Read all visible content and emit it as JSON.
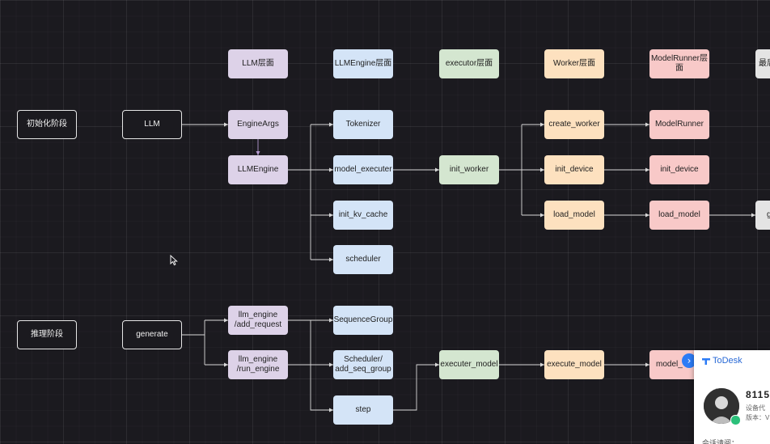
{
  "diagram": {
    "layer_headers": [
      "LLM层面",
      "LLMEngine层面",
      "executor层面",
      "Worker层面",
      "ModelRunner层面",
      "最后"
    ],
    "phases": {
      "init": "初始化阶段",
      "inference": "推理阶段"
    },
    "nodes": {
      "llm": "LLM",
      "engine_args": "EngineArgs",
      "llm_engine": "LLMEngine",
      "tokenizer": "Tokenizer",
      "model_executer": "model_executer",
      "init_kv_cache": "init_kv_cache",
      "scheduler": "scheduler",
      "init_worker": "init_worker",
      "create_worker": "create_worker",
      "init_device_worker": "init_device",
      "load_model_worker": "load_model",
      "model_runner": "ModelRunner",
      "init_device_runner": "init_device",
      "load_model_runner": "load_model",
      "partial_load": "g",
      "generate": "generate",
      "add_request": "llm_engine\n/add_request",
      "run_engine": "llm_engine\n/run_engine",
      "sequence_group": "SequenceGroup",
      "add_seq_group": "Scheduler/\nadd_seq_group",
      "step": "step",
      "executer_model": "executer_model",
      "execute_model": "execute_model",
      "model_partial": "model_"
    }
  },
  "todesk": {
    "brand": "ToDesk",
    "collapse_icon": "chevron-right-icon",
    "device_code": "8115",
    "line1": "设备代",
    "line2": "版本：V",
    "footer": "会话请阅："
  },
  "colors": {
    "purple": "#ddd2e8",
    "blue": "#d4e4f7",
    "green": "#d4e6d0",
    "orange": "#fde1bf",
    "red": "#f8c9c8",
    "brand": "#2c7cf6"
  }
}
